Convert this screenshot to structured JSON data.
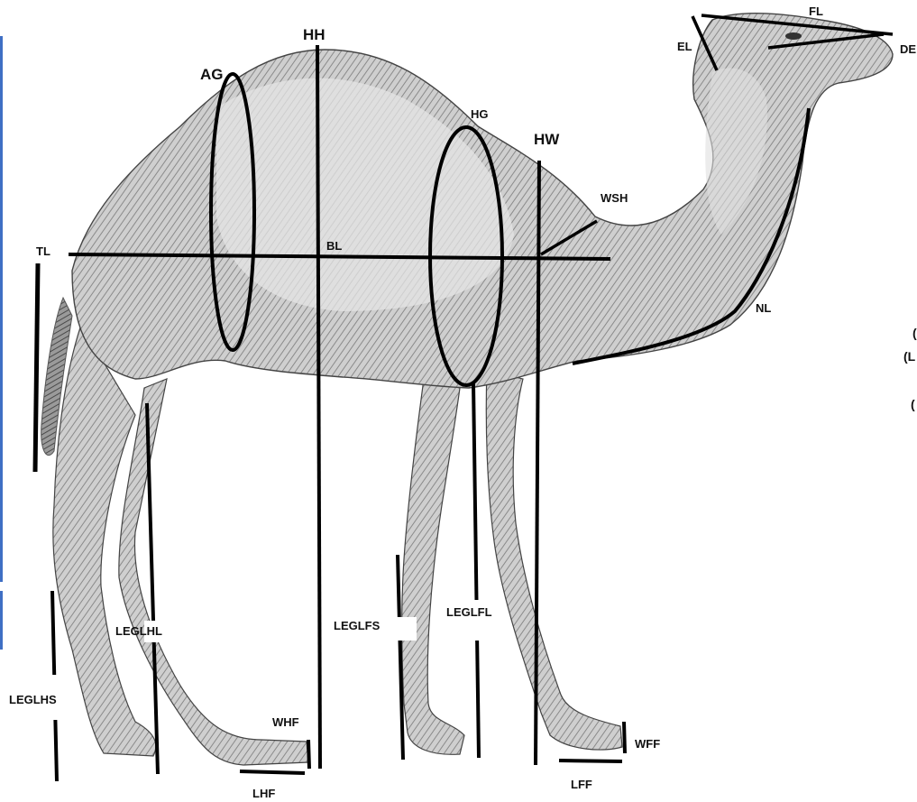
{
  "labels": {
    "HH": "HH",
    "AG": "AG",
    "HG": "HG",
    "HW": "HW",
    "FL": "FL",
    "EL": "EL",
    "DE": "DE",
    "WSH": "WSH",
    "TL": "TL",
    "BL": "BL",
    "NL": "NL",
    "LEGLHL": "LEGLHL",
    "LEGLHS": "LEGLHS",
    "LEGLFS": "LEGLFS",
    "LEGLFL": "LEGLFL",
    "WHF": "WHF",
    "WFF": "WFF",
    "LHF": "LHF",
    "LFF": "LFF"
  },
  "right_edge_fragments": [
    "(",
    "(L",
    "("
  ],
  "colors": {
    "ink": "#111111",
    "body_fill": "#c9c9c9",
    "body_shadow": "#7d7d7d",
    "left_edge_accent": "#3f6fc4"
  }
}
